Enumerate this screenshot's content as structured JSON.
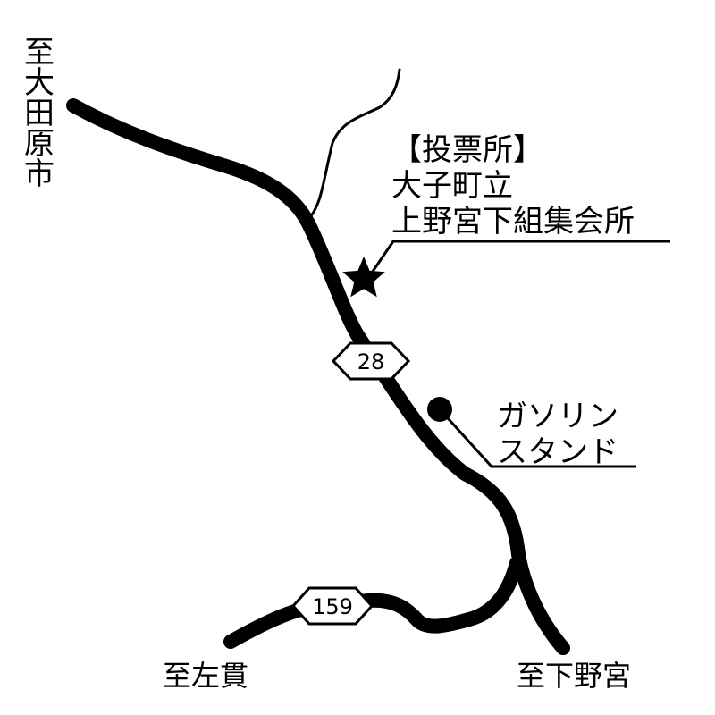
{
  "destinations": {
    "north_west": "至大田原市",
    "south_west": "至左貫",
    "south_east": "至下野宮"
  },
  "polling_place": {
    "heading": "【投票所】",
    "line1": "大子町立",
    "line2": "上野宮下組集会所",
    "marker_icon": "star-icon"
  },
  "gas_station": {
    "line1": "ガソリン",
    "line2": "スタンド",
    "marker_icon": "dot-icon"
  },
  "routes": {
    "main": "28",
    "side": "159"
  },
  "colors": {
    "ink": "#000000",
    "paper": "#ffffff"
  }
}
